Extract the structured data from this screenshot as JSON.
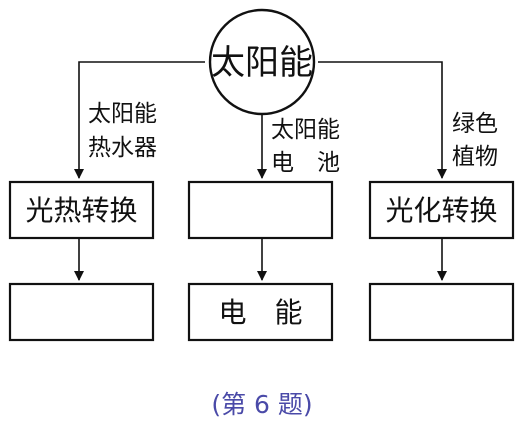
{
  "diagram": {
    "center": {
      "label": "太阳能"
    },
    "branches": [
      {
        "path_label_lines": [
          "太阳能",
          "热水器"
        ],
        "top_box": "光热转换",
        "bottom_box": ""
      },
      {
        "path_label_lines": [
          "太阳能",
          "电　池"
        ],
        "top_box": "",
        "bottom_box": "电　能"
      },
      {
        "path_label_lines": [
          "绿色",
          "植物"
        ],
        "top_box": "光化转换",
        "bottom_box": ""
      }
    ],
    "caption": "(第 6 题)"
  }
}
